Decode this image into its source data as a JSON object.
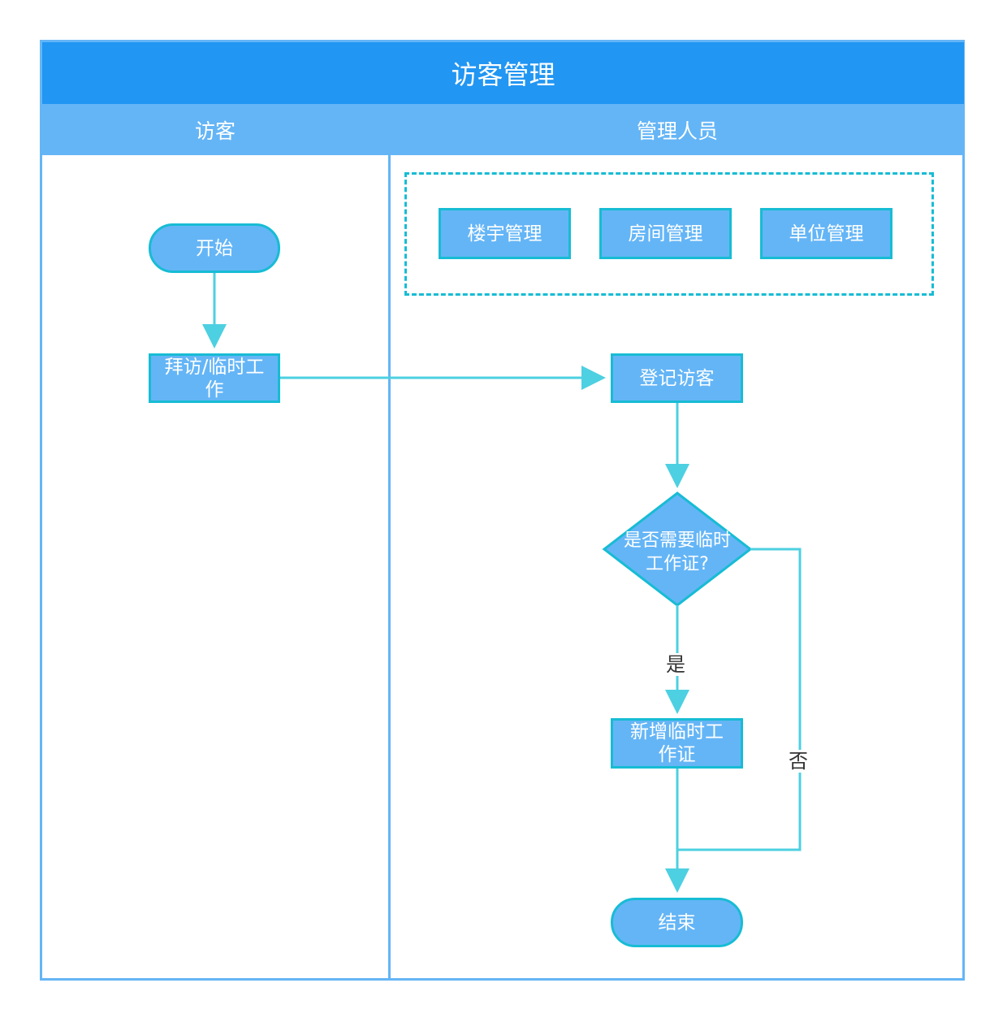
{
  "title": "访客管理",
  "lanes": [
    {
      "label": "访客"
    },
    {
      "label": "管理人员"
    }
  ],
  "nodes": {
    "start": "开始",
    "visit": "拜访/临时工作",
    "register": "登记访客",
    "decision": "是否需要临时工作证?",
    "add_permit": "新增临时工作证",
    "end": "结束"
  },
  "group_items": [
    "楼宇管理",
    "房间管理",
    "单位管理"
  ],
  "edge_labels": {
    "yes": "是",
    "no": "否"
  },
  "colors": {
    "title_bg": "#2196f3",
    "lane_header_bg": "#64b5f6",
    "node_fill": "#64b5f6",
    "node_border": "#17bcd4",
    "connector": "#4dd0e1"
  }
}
